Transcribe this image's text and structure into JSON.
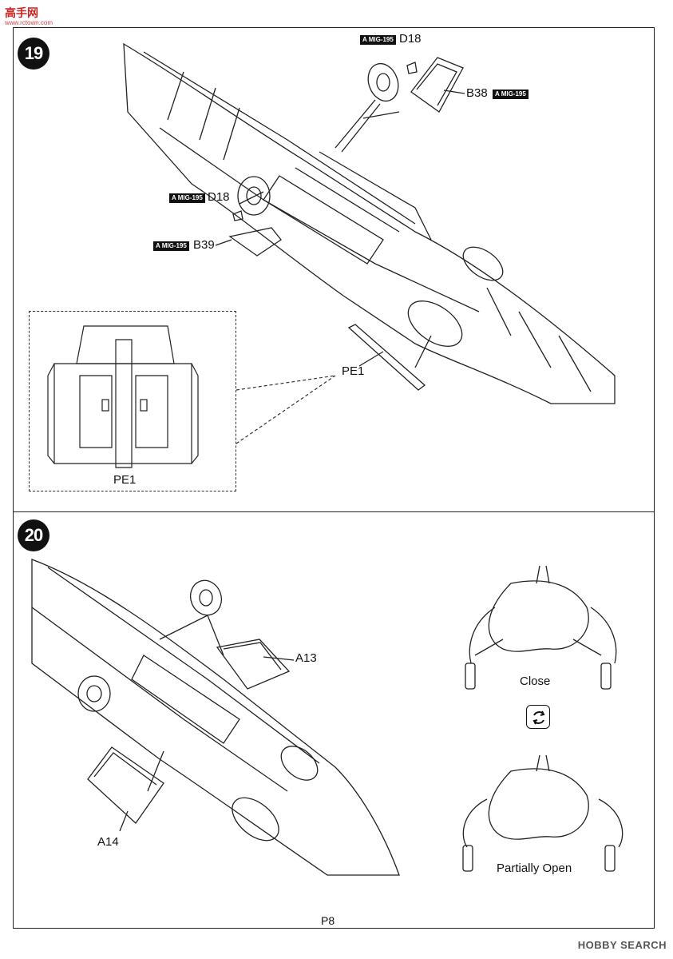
{
  "site_logo": {
    "text": "高手网",
    "sub": "www.rctown.com"
  },
  "steps": [
    {
      "number": "19"
    },
    {
      "number": "20"
    }
  ],
  "step19": {
    "callouts": {
      "d18_top": "D18",
      "b38": "B38",
      "d18_left": "D18",
      "b39": "B39",
      "pe1_main": "PE1",
      "pe1_detail": "PE1"
    },
    "set_tag": "A MIG-195"
  },
  "step20": {
    "callouts": {
      "a13": "A13",
      "a14": "A14"
    },
    "states": {
      "close": "Close",
      "partially_open": "Partially Open"
    },
    "toggle_icon": "rotate-arrows-icon"
  },
  "page_number": "P8",
  "watermark": "HOBBY SEARCH"
}
